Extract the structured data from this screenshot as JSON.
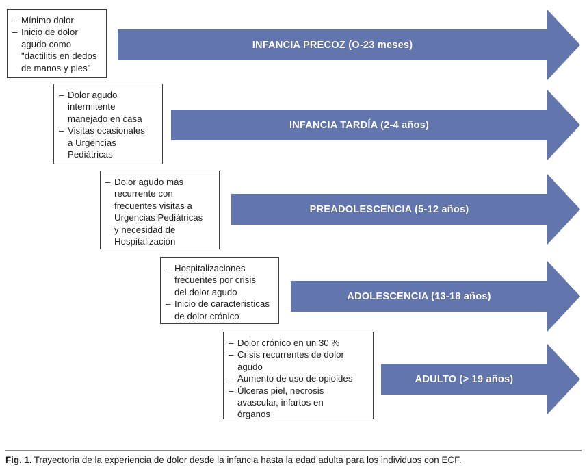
{
  "figure": {
    "caption_label": "Fig. 1.",
    "caption_text": "Trayectoria de la experiencia de dolor desde la infancia hasta la edad adulta para los individuos con ECF.",
    "arrow_color": "#6275AD",
    "arrow_label_color": "#FFFFFF",
    "box_border_color": "#3C3C3C",
    "text_color": "#1C1C1C"
  },
  "stages": [
    {
      "id": "infancia-precoz",
      "arrow_label": "INFANCIA PRECOZ (O-23 meses)",
      "bullets": [
        "Mínimo dolor",
        "Inicio de dolor\nagudo como\n\"dactilitis en dedos\nde manos y pies\""
      ]
    },
    {
      "id": "infancia-tardia",
      "arrow_label": "INFANCIA TARDÍA (2-4 años)",
      "bullets": [
        "Dolor agudo\nintermitente\nmanejado en casa",
        "Visitas ocasionales\na Urgencias\nPediátricas"
      ]
    },
    {
      "id": "preadolescencia",
      "arrow_label": "PREADOLESCENCIA (5-12 años)",
      "bullets": [
        "Dolor agudo más\nrecurrente con\nfrecuentes visitas a\nUrgencias Pediátricas\ny necesidad de\nHospitalización"
      ]
    },
    {
      "id": "adolescencia",
      "arrow_label": "ADOLESCENCIA (13-18 años)",
      "bullets": [
        "Hospitalizaciones\nfrecuentes por crisis\ndel dolor agudo",
        "Inicio de características\nde dolor crónico"
      ]
    },
    {
      "id": "adulto",
      "arrow_label": "ADULTO (> 19 años)",
      "bullets": [
        "Dolor crónico en un 30 %",
        "Crisis recurrentes de dolor\nagudo",
        "Aumento de uso de opioides",
        "Úlceras piel, necrosis\navascular, infartos en\nórganos"
      ]
    }
  ]
}
